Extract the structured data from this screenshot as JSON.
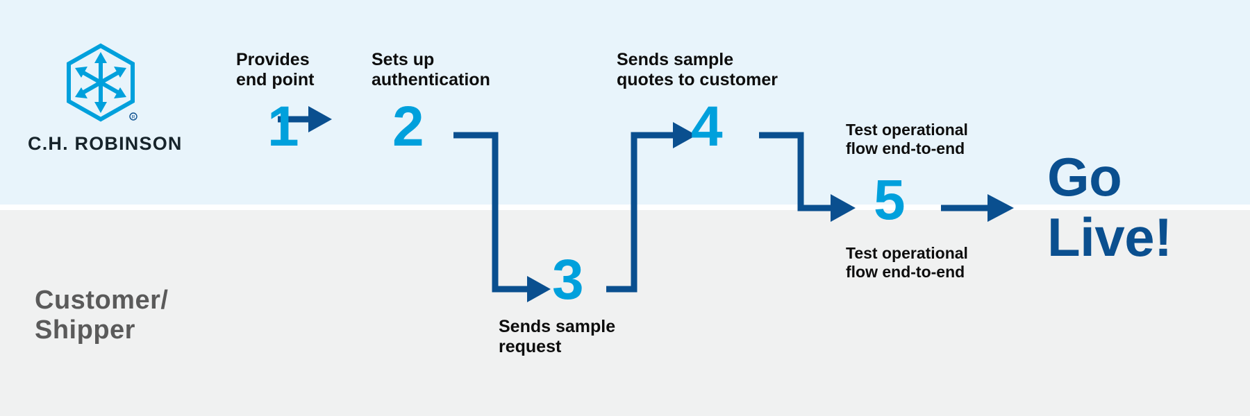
{
  "diagram": {
    "title": "C.H. Robinson API onboarding process flow",
    "lanes": [
      {
        "name": "provider-lane",
        "label": "",
        "background": "#e8f4fb"
      },
      {
        "name": "customer-lane",
        "label": "Customer/\nShipper",
        "background": "#f0f1f1"
      }
    ],
    "brand": {
      "wordmark": "C.H. ROBINSON",
      "logo_icon": "hexagon-arrows-icon",
      "registered_mark": "®"
    },
    "colors": {
      "number_blue": "#00a0dc",
      "arrow_navy": "#0a4f8f",
      "go_live_navy": "#0a4f8f",
      "caption_black": "#0d0d0d",
      "lane_label_gray": "#5a5a5a",
      "band_top": "#e8f4fb",
      "band_bottom": "#f0f1f1",
      "logo_blue": "#00a0dc",
      "wordmark_dark": "#17242b"
    },
    "steps": [
      {
        "number": "1",
        "caption": "Provides\nend point",
        "lane": "provider-lane"
      },
      {
        "number": "2",
        "caption": "Sets up\nauthentication",
        "lane": "provider-lane"
      },
      {
        "number": "3",
        "caption": "Sends sample\nrequest",
        "lane": "customer-lane"
      },
      {
        "number": "4",
        "caption": "Sends sample\nquotes to customer",
        "lane": "provider-lane"
      },
      {
        "number": "5",
        "caption_top": "Test operational\nflow end-to-end",
        "caption_bottom": "Test operational\nflow end-to-end",
        "lane": "boundary"
      }
    ],
    "outcome": {
      "label": "Go\nLive!"
    },
    "connectors": [
      {
        "from": "1",
        "to": "2",
        "shape": "straight-right"
      },
      {
        "from": "2",
        "to": "3",
        "shape": "right-down-right"
      },
      {
        "from": "3",
        "to": "4",
        "shape": "right-up-right"
      },
      {
        "from": "4",
        "to": "5",
        "shape": "right-down-right"
      },
      {
        "from": "5",
        "to": "go-live",
        "shape": "straight-right"
      }
    ]
  }
}
